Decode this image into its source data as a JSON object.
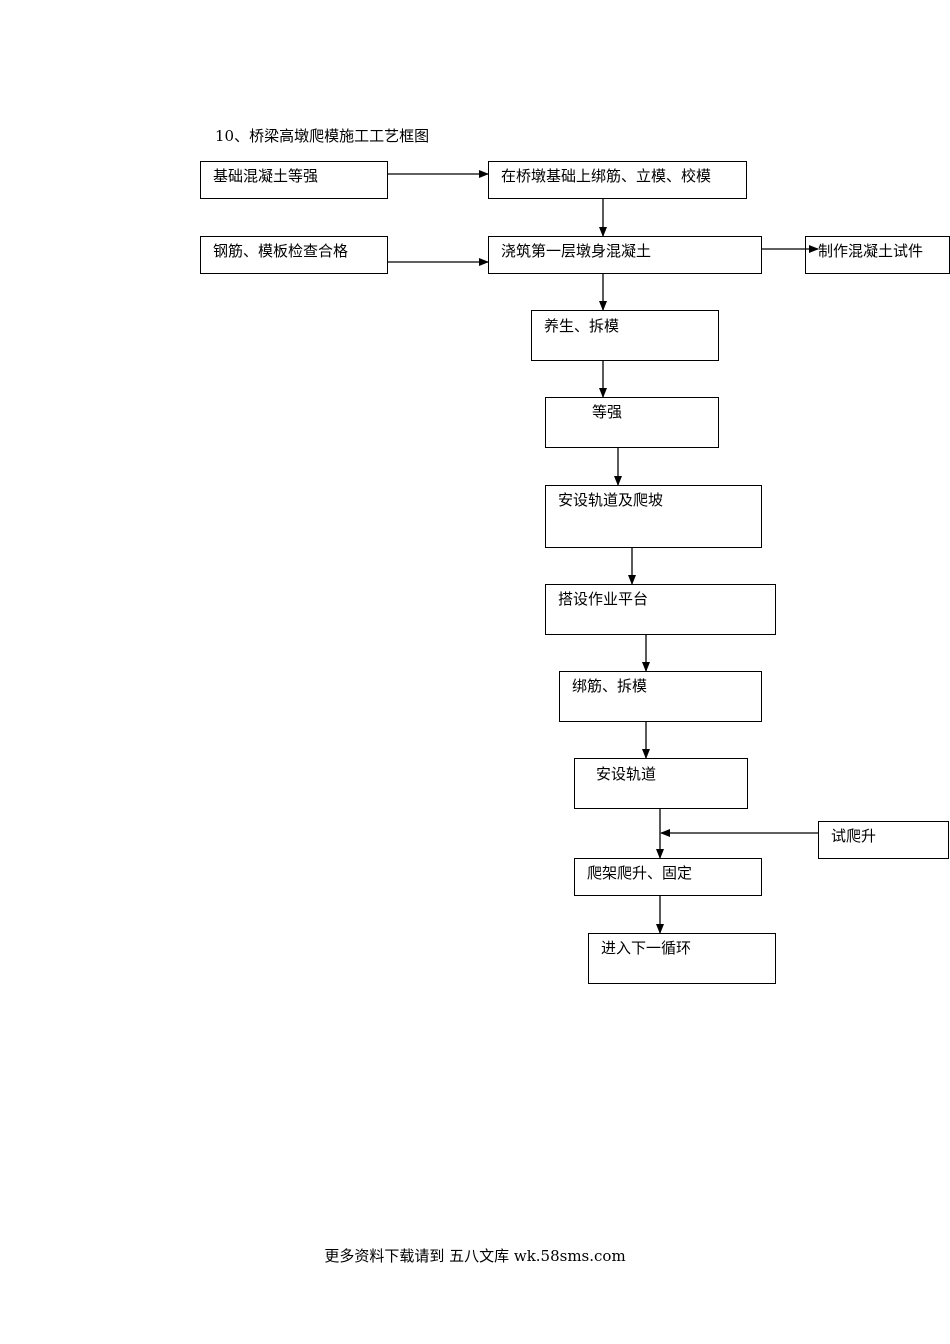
{
  "title": "10、桥梁高墩爬模施工工艺框图",
  "boxes": {
    "base_strength": "基础混凝土等强",
    "rebar_check": "钢筋、模板检查合格",
    "bind_rebar": "在桥墩基础上绑筋、立模、校模",
    "pour_first": "浇筑第一层墩身混凝土",
    "make_specimen": "制作混凝土试件",
    "cure_demold": "养生、拆模",
    "wait_strength": "等强",
    "install_track": "安设轨道及爬坡",
    "build_platform": "搭设作业平台",
    "rebar_demold": "绑筋、拆模",
    "install_rail": "安设轨道",
    "trial_climb": "试爬升",
    "climb_fix": "爬架爬升、固定",
    "next_cycle": "进入下一循环"
  },
  "footer": "更多资料下载请到 五八文库 wk.58sms.com"
}
